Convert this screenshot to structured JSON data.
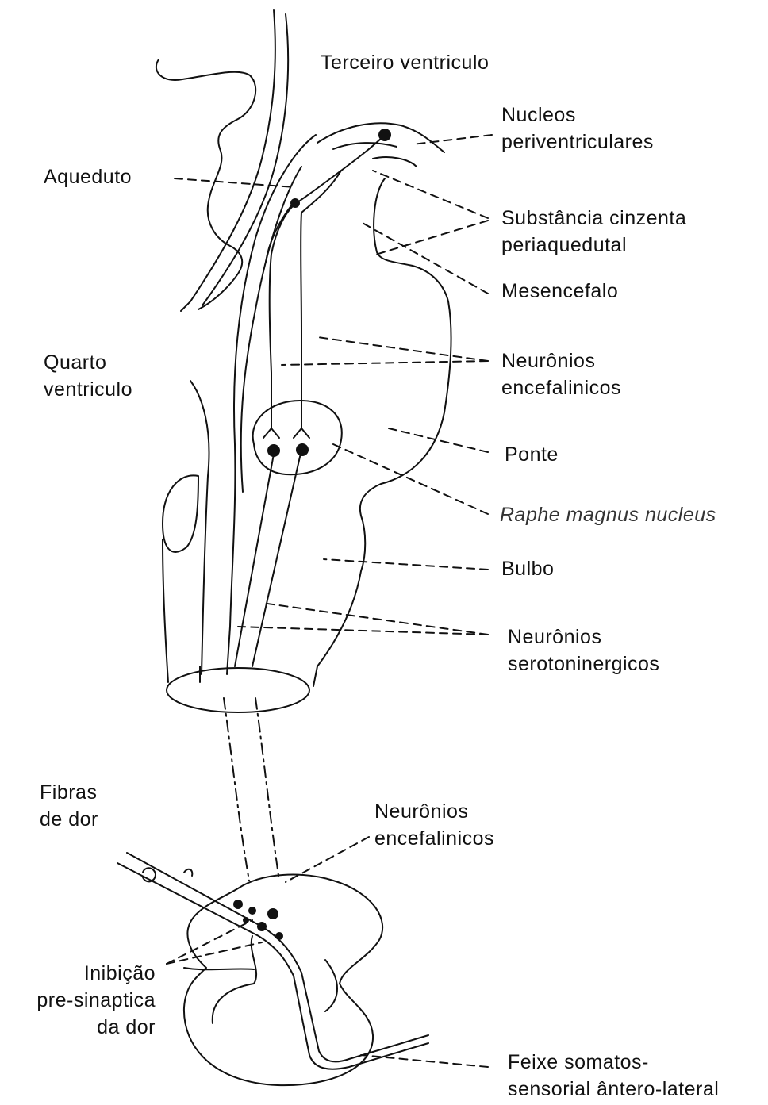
{
  "labels": {
    "terceiro_ventriculo": "Terceiro ventriculo",
    "nucleos_periventriculares": [
      "Nucleos",
      "periventriculares"
    ],
    "aqueduto": "Aqueduto",
    "substancia_cinzenta": [
      "Substância cinzenta",
      "periaquedutal"
    ],
    "mesencefalo": "Mesencefalo",
    "quarto_ventriculo": [
      "Quarto",
      "ventriculo"
    ],
    "neuronios_encefalinicos": [
      "Neurônios",
      "encefalinicos"
    ],
    "ponte": "Ponte",
    "raphe_magnus": "Raphe magnus nucleus",
    "bulbo": "Bulbo",
    "neuronios_serotoninergicos": [
      "Neurônios",
      "serotoninergicos"
    ],
    "fibras_de_dor": [
      "Fibras",
      "de dor"
    ],
    "neuronios_encefalinicos_medula": [
      "Neurônios",
      "encefalinicos"
    ],
    "inibicao": [
      "Inibição",
      "pre-sinaptica",
      "da dor"
    ],
    "feixe": [
      "Feixe somatos-",
      "sensorial ântero-lateral"
    ]
  },
  "colors": {
    "ink": "#111111",
    "paper": "#ffffff"
  }
}
